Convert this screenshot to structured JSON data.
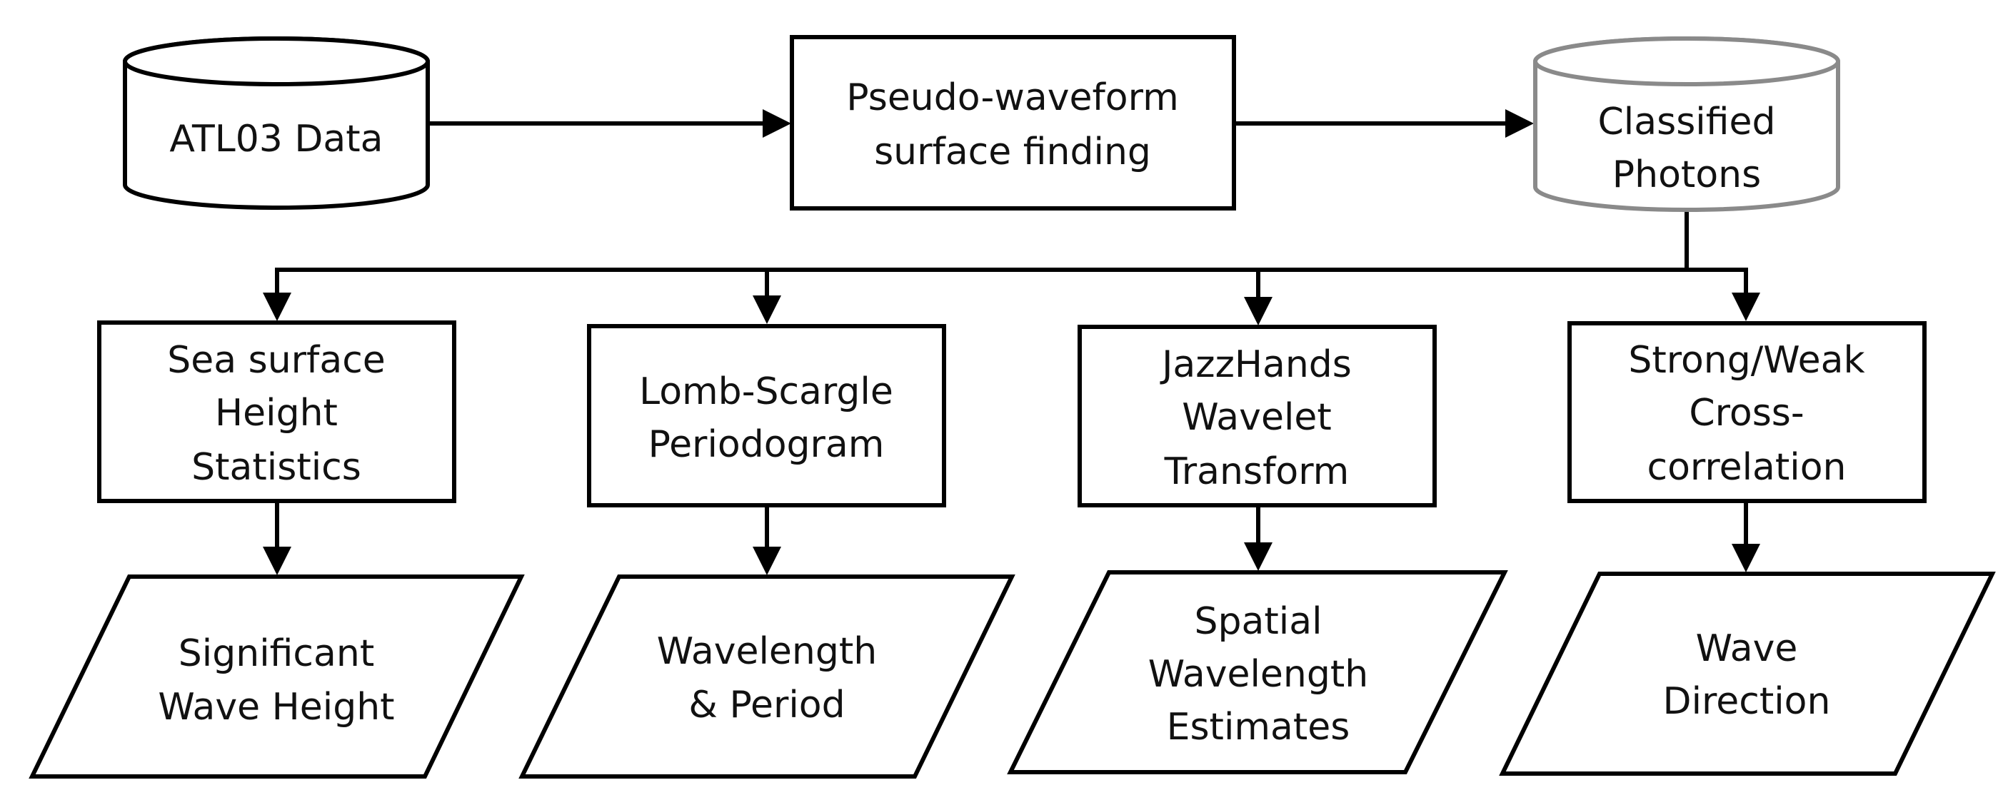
{
  "colors": {
    "line": "#000000",
    "grey_outline": "#8a8a8a",
    "text": "#111111",
    "background": "#ffffff"
  },
  "nodes": {
    "atl03": {
      "shape": "database",
      "lines": [
        "ATL03 Data"
      ]
    },
    "pseudo_waveform": {
      "shape": "process",
      "lines": [
        "Pseudo-waveform",
        "surface finding"
      ]
    },
    "classified": {
      "shape": "database",
      "lines": [
        "Classified",
        "Photons"
      ]
    },
    "sea_surface": {
      "shape": "process",
      "lines": [
        "Sea surface",
        "Height",
        "Statistics"
      ]
    },
    "lomb_scargle": {
      "shape": "process",
      "lines": [
        "Lomb-Scargle",
        "Periodogram"
      ]
    },
    "jazzhands": {
      "shape": "process",
      "lines": [
        "JazzHands",
        "Wavelet",
        "Transform"
      ]
    },
    "cross_corr": {
      "shape": "process",
      "lines": [
        "Strong/Weak",
        "Cross-",
        "correlation"
      ]
    },
    "swh": {
      "shape": "output",
      "lines": [
        "Significant",
        "Wave Height"
      ]
    },
    "wavelength_period": {
      "shape": "output",
      "lines": [
        "Wavelength",
        "& Period"
      ]
    },
    "spatial_wavelength": {
      "shape": "output",
      "lines": [
        "Spatial",
        "Wavelength",
        "Estimates"
      ]
    },
    "wave_direction": {
      "shape": "output",
      "lines": [
        "Wave",
        "Direction"
      ]
    }
  },
  "edges": [
    [
      "atl03",
      "pseudo_waveform"
    ],
    [
      "pseudo_waveform",
      "classified"
    ],
    [
      "classified",
      "sea_surface"
    ],
    [
      "classified",
      "lomb_scargle"
    ],
    [
      "classified",
      "jazzhands"
    ],
    [
      "classified",
      "cross_corr"
    ],
    [
      "sea_surface",
      "swh"
    ],
    [
      "lomb_scargle",
      "wavelength_period"
    ],
    [
      "jazzhands",
      "spatial_wavelength"
    ],
    [
      "cross_corr",
      "wave_direction"
    ]
  ]
}
